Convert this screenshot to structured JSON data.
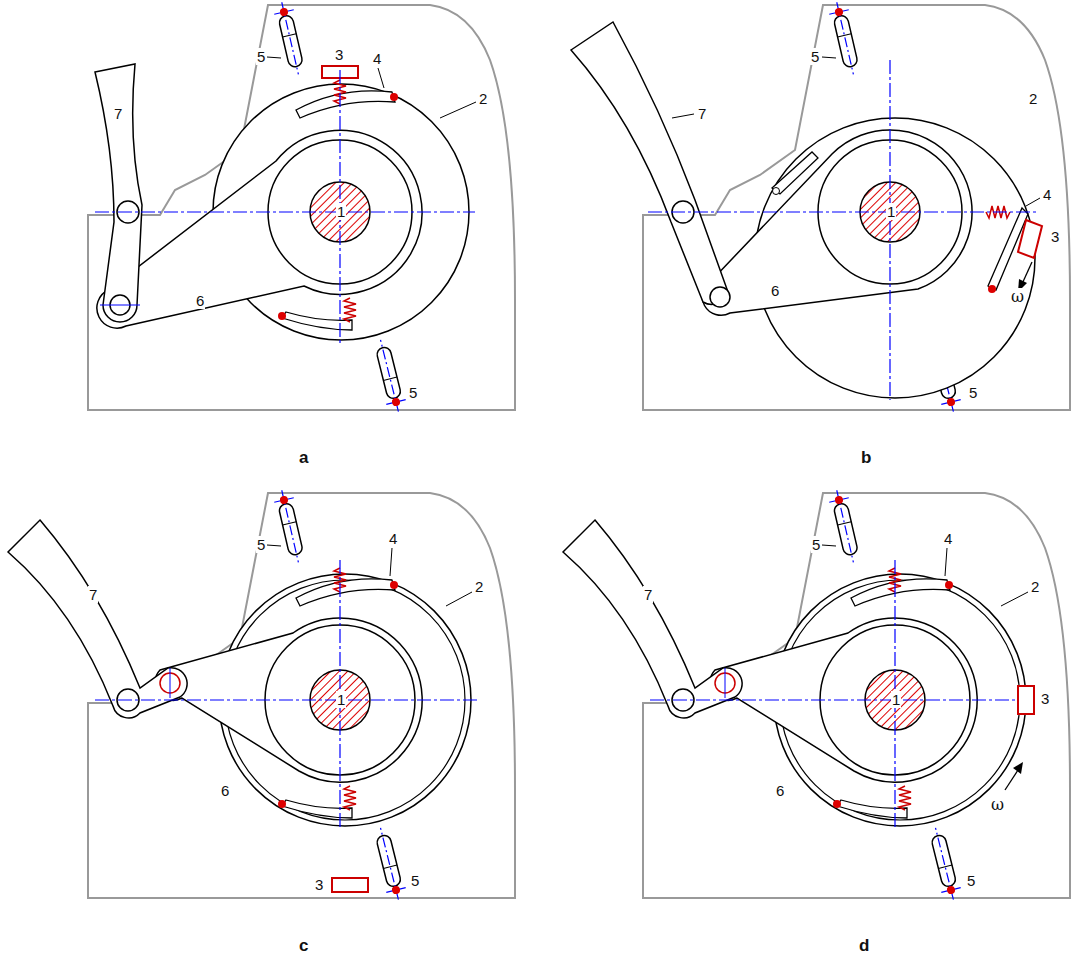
{
  "diagram": {
    "labels": [
      "7",
      "5",
      "3",
      "4",
      "2",
      "1",
      "6",
      "5",
      "a",
      "5",
      "2",
      "7",
      "1",
      "4",
      "3",
      "ω",
      "6",
      "5",
      "b",
      "5",
      "4",
      "2",
      "7",
      "1",
      "6",
      "3",
      "5",
      "c",
      "5",
      "4",
      "2",
      "7",
      "1",
      "3",
      "ω",
      "6",
      "5",
      "d"
    ]
  }
}
